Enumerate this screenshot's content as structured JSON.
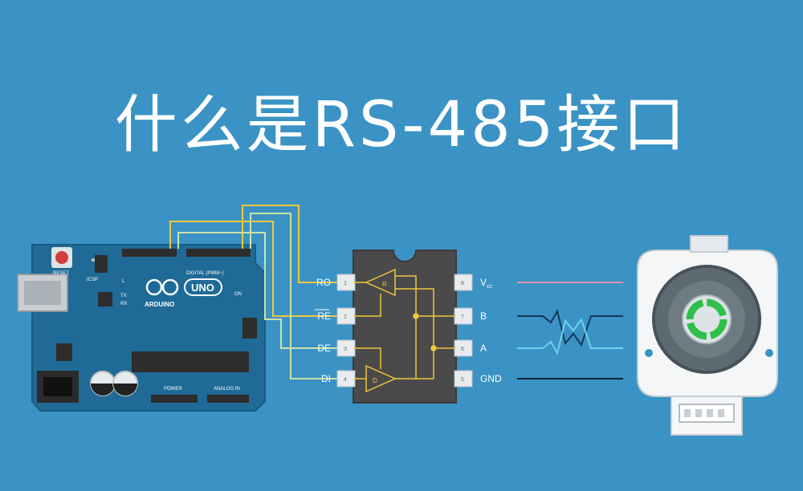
{
  "title": "什么是RS-485接口",
  "arduino": {
    "logo_text": "ARDUINO",
    "model_text": "UNO",
    "label_reset": "RESET",
    "label_digital": "DIGITAL (PWM~)",
    "label_power": "POWER",
    "label_analog": "ANALOG IN",
    "label_icsp": "ICSP",
    "label_l": "L",
    "label_tx": "TX",
    "label_rx": "RX",
    "label_on": "ON"
  },
  "chip": {
    "pins_left": [
      {
        "num": "1",
        "label": "RO"
      },
      {
        "num": "2",
        "label": "RE"
      },
      {
        "num": "3",
        "label": "DE"
      },
      {
        "num": "4",
        "label": "DI"
      }
    ],
    "pins_right": [
      {
        "num": "8",
        "label": "V",
        "sub": "cc"
      },
      {
        "num": "7",
        "label": "B"
      },
      {
        "num": "6",
        "label": "A"
      },
      {
        "num": "5",
        "label": "GND"
      }
    ],
    "gate_receiver": "R",
    "gate_driver": "D"
  },
  "colors": {
    "background": "#3a93c4",
    "board": "#1f6a96",
    "chip": "#4a4a4a",
    "wire_yellow": "#f0c83c",
    "wire_light": "#cde1a8",
    "line_vcc": "#e58fa8",
    "line_b": "#16365a",
    "line_a": "#6fd3f0",
    "line_gnd": "#0f2238",
    "encoder_green": "#2fbf4a"
  }
}
